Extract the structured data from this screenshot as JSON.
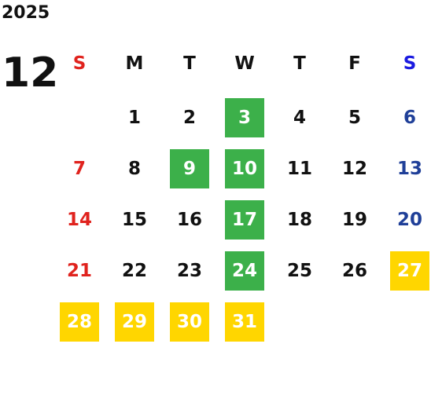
{
  "year": "2025",
  "month": "12",
  "colors": {
    "sunday": "#e0231e",
    "saturday": "#1f3f98",
    "highlight_green": "#3cb04a",
    "highlight_yellow": "#ffd600"
  },
  "weekdays": [
    "S",
    "M",
    "T",
    "W",
    "T",
    "F",
    "S"
  ],
  "weeks": [
    [
      "",
      "1",
      "2",
      "3",
      "4",
      "5",
      "6"
    ],
    [
      "7",
      "8",
      "9",
      "10",
      "11",
      "12",
      "13"
    ],
    [
      "14",
      "15",
      "16",
      "17",
      "18",
      "19",
      "20"
    ],
    [
      "21",
      "22",
      "23",
      "24",
      "25",
      "26",
      "27"
    ],
    [
      "28",
      "29",
      "30",
      "31",
      "",
      "",
      ""
    ]
  ],
  "highlights": {
    "green": [
      "3",
      "9",
      "10",
      "17",
      "24"
    ],
    "yellow": [
      "27",
      "28",
      "29",
      "30",
      "31"
    ]
  }
}
